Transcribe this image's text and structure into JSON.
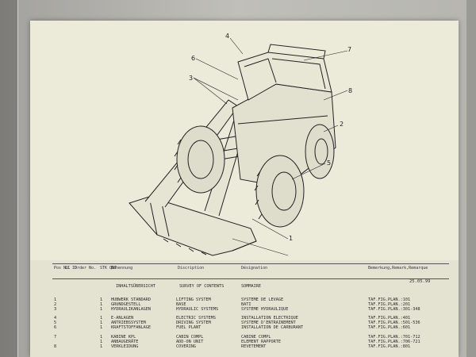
{
  "figure": {
    "callouts": [
      "4",
      "6",
      "3",
      "7",
      "8",
      "2",
      "5",
      "1"
    ]
  },
  "table": {
    "headers": {
      "pos": "Pos No.",
      "ci": "CI ID",
      "order": "Order No.",
      "stk": "STK QNT",
      "benennung": "Benennung",
      "description": "Discription",
      "designation": "Désignation",
      "remark": "Bemerkung,Remark,Remarque"
    },
    "date": "25.05.99",
    "rows": [
      {
        "pos": "",
        "qty": "",
        "de": "INHALTSÜBERSICHT",
        "en": "SURVEY OF CONTENTS",
        "fr": "SOMMAIRE",
        "ref": ""
      },
      {
        "pos": "1",
        "qty": "1",
        "de": "HUBWERK STANDARD",
        "en": "LIFTING SYSTEM",
        "fr": "SYSTEME DE LEVAGE",
        "ref": "TAF.FIG.PLAN.:101"
      },
      {
        "pos": "2",
        "qty": "1",
        "de": "GRUNDGESTELL",
        "en": "BASE",
        "fr": "BATI",
        "ref": "TAF.FIG.PLAN.:201"
      },
      {
        "pos": "3",
        "qty": "1",
        "de": "HYDRAULIKANLAGEN",
        "en": "HYDRAULIC SYSTEMS",
        "fr": "SYSTEME HYDRAULIQUE",
        "ref": "TAF.FIG.PLAN.:301-348"
      },
      {
        "pos": "4",
        "qty": "1",
        "de": "E-ANLAGEN",
        "en": "ELECTRIC SYSTEMS",
        "fr": "INSTALLATION ELECTRIQUE",
        "ref": "TAF.FIG.PLAN.:401"
      },
      {
        "pos": "5",
        "qty": "1",
        "de": "ANTRIEBSSYSTEM",
        "en": "DRIVING SYSTEM",
        "fr": "SYSTEME D'ENTRAINEMENT",
        "ref": "TAF.FIG.PLAN.:501-536"
      },
      {
        "pos": "6",
        "qty": "1",
        "de": "KRAFTSTOFFANLAGE",
        "en": "FUEL PLANT",
        "fr": "INSTALLATION DE CARBURANT",
        "ref": "TAF.FIG.PLAN.:601"
      },
      {
        "pos": "7",
        "qty": "1",
        "de": "KABINE KPL",
        "en": "CABIN COMPL",
        "fr": "CABINE COMPL",
        "ref": "TAF.FIG.PLAN.:701-712"
      },
      {
        "pos": "",
        "qty": "1",
        "de": "ANBAUGERÄTE",
        "en": "ADD-ON UNIT",
        "fr": "ELEMENT RAPPORTE",
        "ref": "TAF.FIG.PLAN.:706-721"
      },
      {
        "pos": "8",
        "qty": "1",
        "de": "VERKLEIDUNG",
        "en": "COVERING",
        "fr": "REVETEMENT",
        "ref": "TAF.FIG.PLAN.:801"
      }
    ]
  }
}
